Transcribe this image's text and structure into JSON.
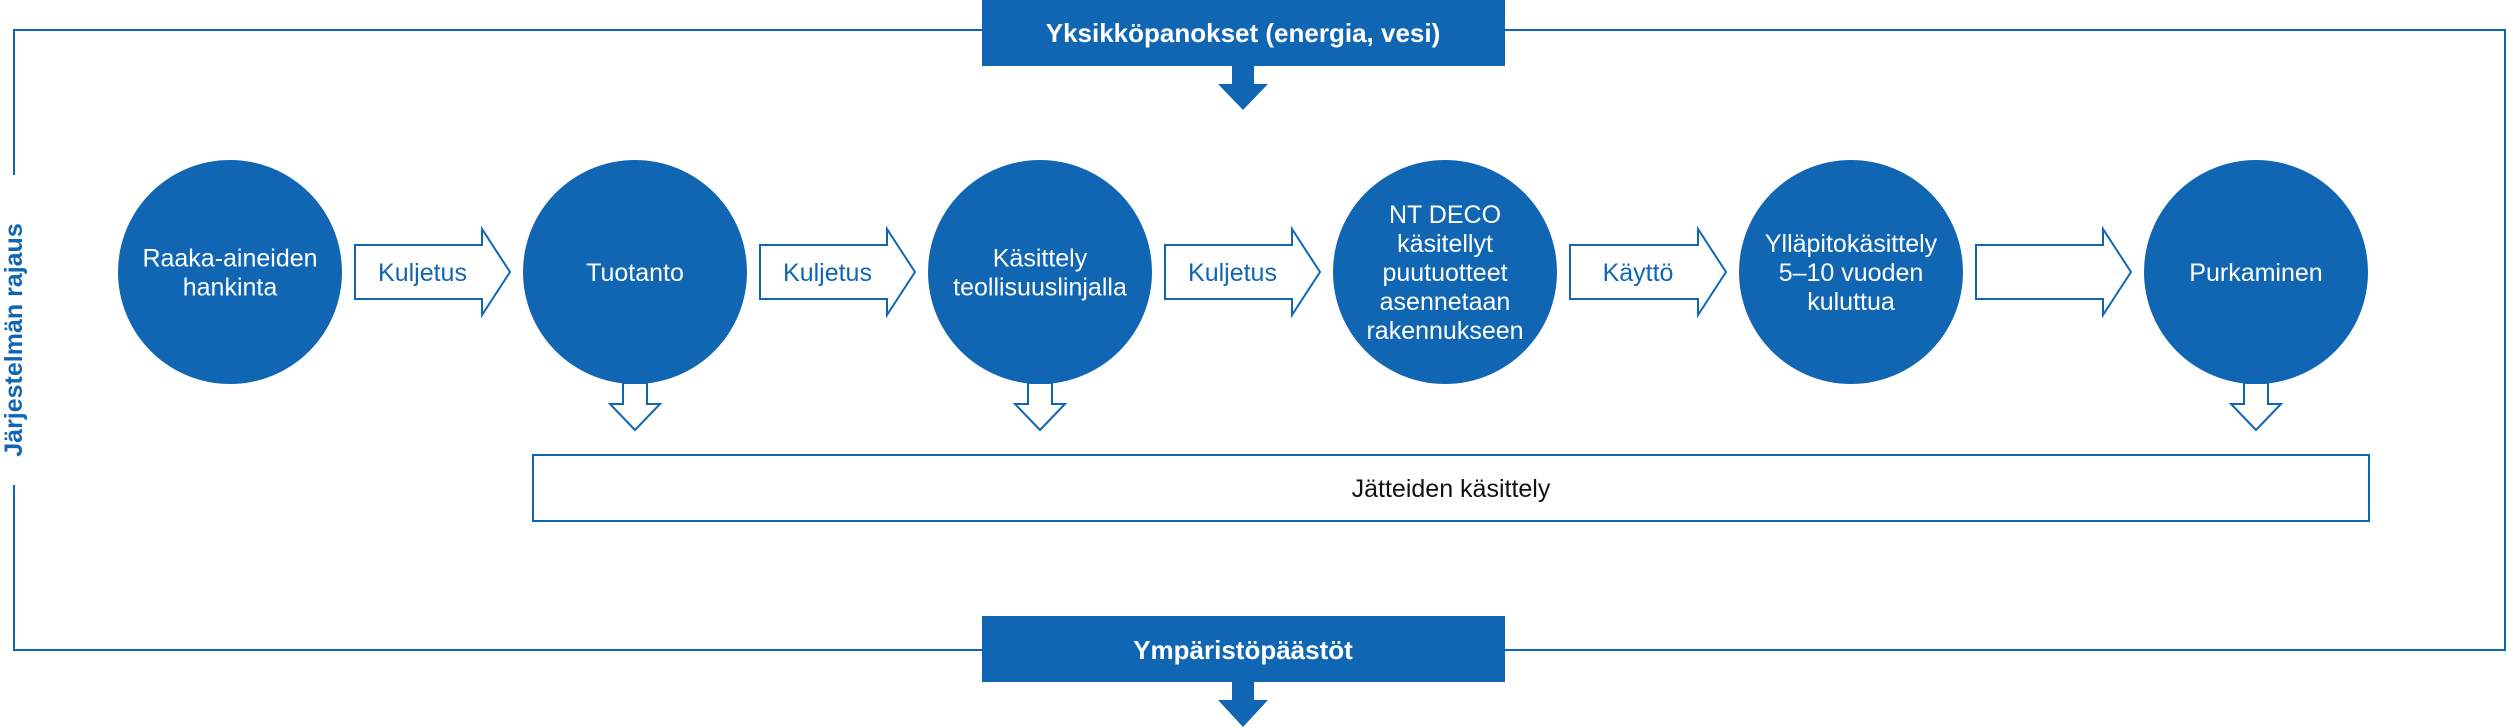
{
  "colors": {
    "primary": "#1166b3",
    "text_dark": "#111111",
    "background": "#ffffff"
  },
  "system_boundary_label": "Järjestelmän rajaus",
  "input_banner": "Yksikköpanokset (energia, vesi)",
  "output_banner": "Ympäristöpäästöt",
  "waste_box": "Jätteiden käsittely",
  "stages": [
    {
      "id": "raaka-aineiden-hankinta",
      "lines": [
        "Raaka-aineiden",
        "hankinta"
      ],
      "to_waste": false
    },
    {
      "id": "tuotanto",
      "lines": [
        "Tuotanto"
      ],
      "to_waste": true
    },
    {
      "id": "kasittely-teollisuuslinjalla",
      "lines": [
        "Käsittely",
        "teollisuuslinjalla"
      ],
      "to_waste": true
    },
    {
      "id": "nt-deco",
      "lines": [
        "NT DECO",
        "käsitellyt",
        "puutuotteet",
        "asennetaan",
        "rakennukseen"
      ],
      "to_waste": false
    },
    {
      "id": "yllapitokasittely",
      "lines": [
        "Ylläpitokäsittely",
        "5–10 vuoden",
        "kuluttua"
      ],
      "to_waste": false
    },
    {
      "id": "purkaminen",
      "lines": [
        "Purkaminen"
      ],
      "to_waste": true
    }
  ],
  "transitions": [
    "Kuljetus",
    "Kuljetus",
    "Kuljetus",
    "Käyttö",
    ""
  ]
}
